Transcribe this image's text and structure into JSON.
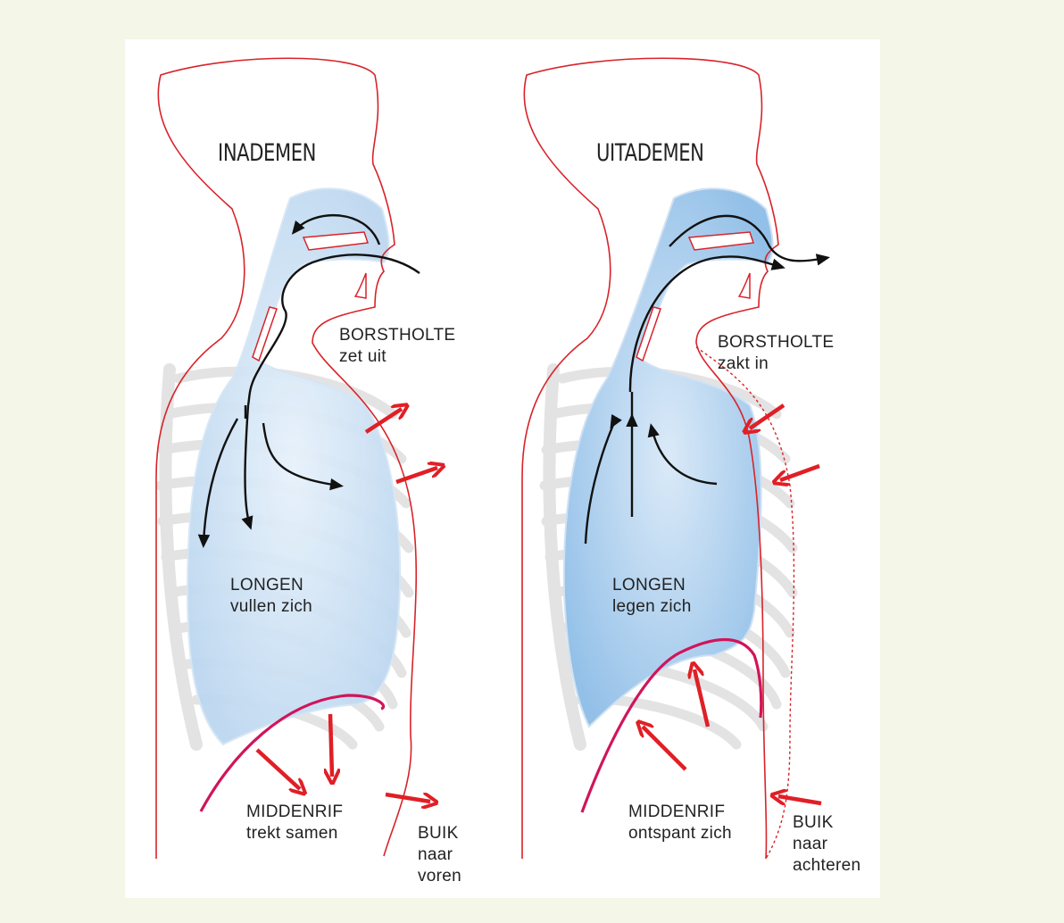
{
  "inhale": {
    "title": "INADEMEN",
    "chest": [
      "BORSTHOLTE",
      "zet uit"
    ],
    "lungs": [
      "LONGEN",
      "vullen zich"
    ],
    "diaphragm": [
      "MIDDENRIF",
      "trekt samen"
    ],
    "belly": [
      "BUIK",
      "naar",
      "voren"
    ]
  },
  "exhale": {
    "title": "UITADEMEN",
    "chest": [
      "BORSTHOLTE",
      "zakt in"
    ],
    "lungs": [
      "LONGEN",
      "legen zich"
    ],
    "diaphragm": [
      "MIDDENRIF",
      "ontspant zich"
    ],
    "belly": [
      "BUIK",
      "naar",
      "achteren"
    ]
  },
  "colors": {
    "background": "#f4f6e8",
    "panel": "#ffffff",
    "outline": "#d8232a",
    "arrow_red": "#e01f26",
    "diaphragm": "#d0155a",
    "lung_fill": "#cfe3f6",
    "lung_fill_exhale": "#b6d5f1",
    "ribs": "#e4e4e4",
    "airflow": "#111111"
  }
}
